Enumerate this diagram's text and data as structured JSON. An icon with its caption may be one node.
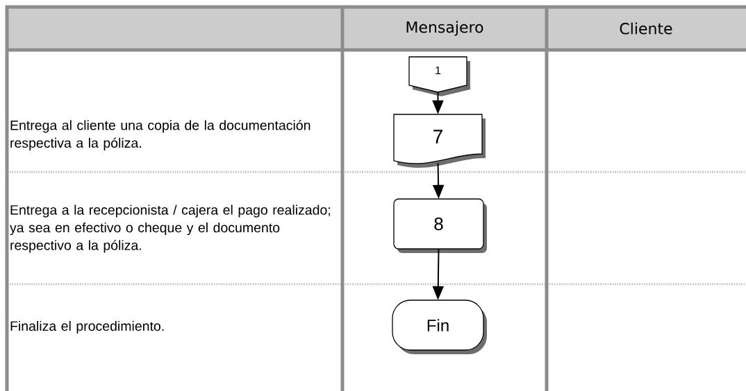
{
  "diagram": {
    "nodes": [
      {
        "text": [
          "1"
        ]
      },
      {
        "text": [
          "7"
        ]
      },
      {
        "text": [
          "8"
        ]
      },
      {
        "text": [
          "Fin"
        ]
      }
    ],
    "edges": [
      {
        "from": 0,
        "to": 1,
        "arrow": "to"
      },
      {
        "from": 1,
        "to": 2,
        "arrow": "to"
      },
      {
        "from": 2,
        "to": 3,
        "arrow": "to"
      }
    ],
    "labels": [
      "Mensajero",
      "Cliente",
      "Entrega al cliente una copia de la documentación respectiva a la póliza.",
      "Entrega a la recepcionista / cajera el pago realizado; ya sea en efectivo o cheque y el documento respectivo a la póliza.",
      "Finaliza el procedimiento."
    ]
  }
}
